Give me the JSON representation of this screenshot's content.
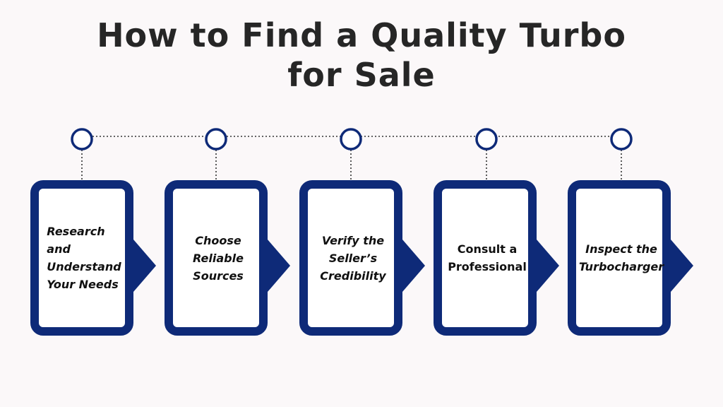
{
  "title": {
    "line1": "How to Find a Quality Turbo",
    "line2": "for Sale"
  },
  "colors": {
    "primary": "#0e2a78",
    "background": "#fbf8f9",
    "title_text": "#262626",
    "card_fill": "#ffffff"
  },
  "steps": [
    {
      "lines": [
        "Research",
        "and",
        "Understand",
        "Your Needs"
      ],
      "style": "italic",
      "align": "left"
    },
    {
      "lines": [
        "Choose",
        "Reliable",
        "Sources"
      ],
      "style": "italic",
      "align": "center"
    },
    {
      "lines": [
        "Verify the",
        "Seller’s",
        "Credibility"
      ],
      "style": "italic",
      "align": "center"
    },
    {
      "lines": [
        "Consult a",
        "Professional"
      ],
      "style": "plain",
      "align": "center"
    },
    {
      "lines": [
        "Inspect the",
        "Turbocharger"
      ],
      "style": "italic",
      "align": "center"
    }
  ]
}
